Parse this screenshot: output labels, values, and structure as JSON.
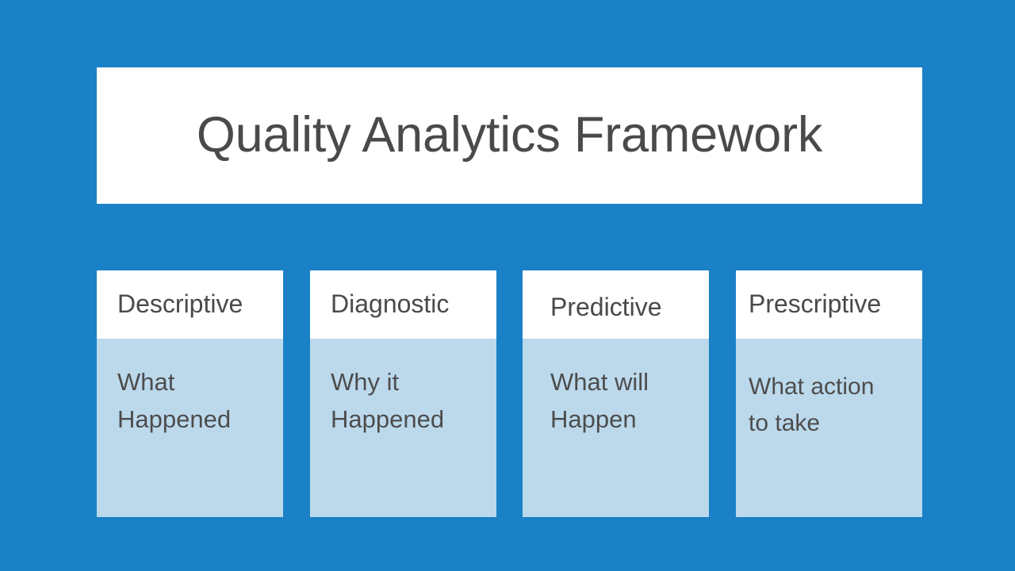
{
  "slide": {
    "background_color": "#1b81c6",
    "title": "Quality Analytics Framework",
    "title_color": "#4a4a4a",
    "title_panel_color": "#ffffff"
  },
  "cards": [
    {
      "header": "Descriptive",
      "body": "What\nHappened",
      "header_bg": "#ffffff",
      "body_bg": "#bcd9ec"
    },
    {
      "header": "Diagnostic",
      "body": "Why it\nHappened",
      "header_bg": "#ffffff",
      "body_bg": "#bcd9ec"
    },
    {
      "header": "Predictive",
      "body": "What will\nHappen",
      "header_bg": "#ffffff",
      "body_bg": "#bcd9ec"
    },
    {
      "header": "Prescriptive",
      "body": "What action\nto take",
      "header_bg": "#ffffff",
      "body_bg": "#bcd9ec"
    }
  ]
}
